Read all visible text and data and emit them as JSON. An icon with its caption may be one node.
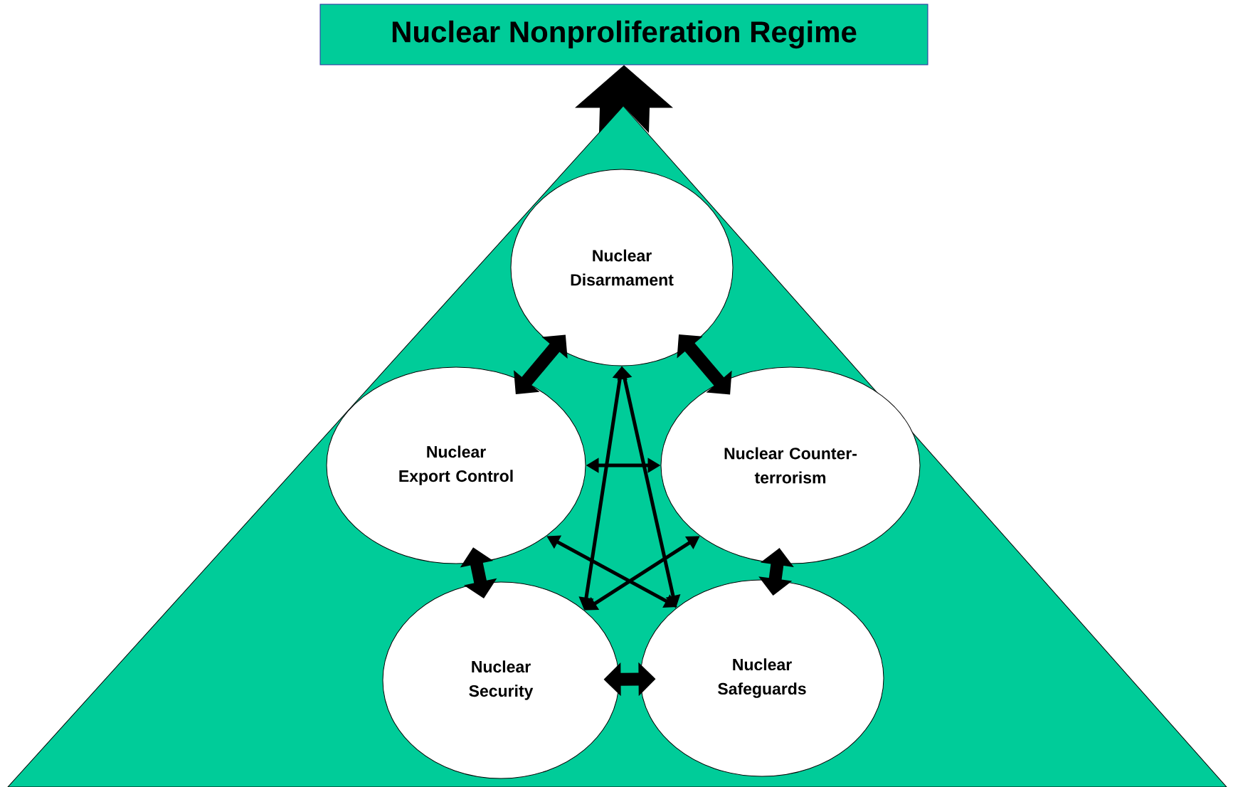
{
  "diagram": {
    "nodes": [
      {
        "text": [
          "Nuclear Nonproliferation Regime"
        ]
      },
      {
        "text": [],
        "shape": "triangle"
      },
      {
        "text": [
          "Nuclear Disarmament"
        ],
        "in": 1
      },
      {
        "text": [
          "Nuclear Export Control"
        ],
        "in": 1
      },
      {
        "text": [
          "Nuclear Counter-terrorism"
        ],
        "in": 1
      },
      {
        "text": [
          "Nuclear Security"
        ],
        "in": 1
      },
      {
        "text": [
          "Nuclear Safeguards"
        ],
        "in": 1
      }
    ],
    "edges": [
      {
        "from": 1,
        "to": 0,
        "arrow": "to"
      },
      {
        "from": 2,
        "to": 3,
        "arrow": "both",
        "style": "thick"
      },
      {
        "from": 2,
        "to": 4,
        "arrow": "both",
        "style": "thick"
      },
      {
        "from": 3,
        "to": 5,
        "arrow": "both",
        "style": "thick"
      },
      {
        "from": 4,
        "to": 6,
        "arrow": "both",
        "style": "thick"
      },
      {
        "from": 5,
        "to": 6,
        "arrow": "both",
        "style": "thick"
      },
      {
        "from": 3,
        "to": 4,
        "arrow": "both"
      },
      {
        "from": 2,
        "to": 5,
        "arrow": "both"
      },
      {
        "from": 2,
        "to": 6,
        "arrow": "both"
      },
      {
        "from": 3,
        "to": 6,
        "arrow": "both"
      },
      {
        "from": 4,
        "to": 5,
        "arrow": "both"
      }
    ]
  }
}
